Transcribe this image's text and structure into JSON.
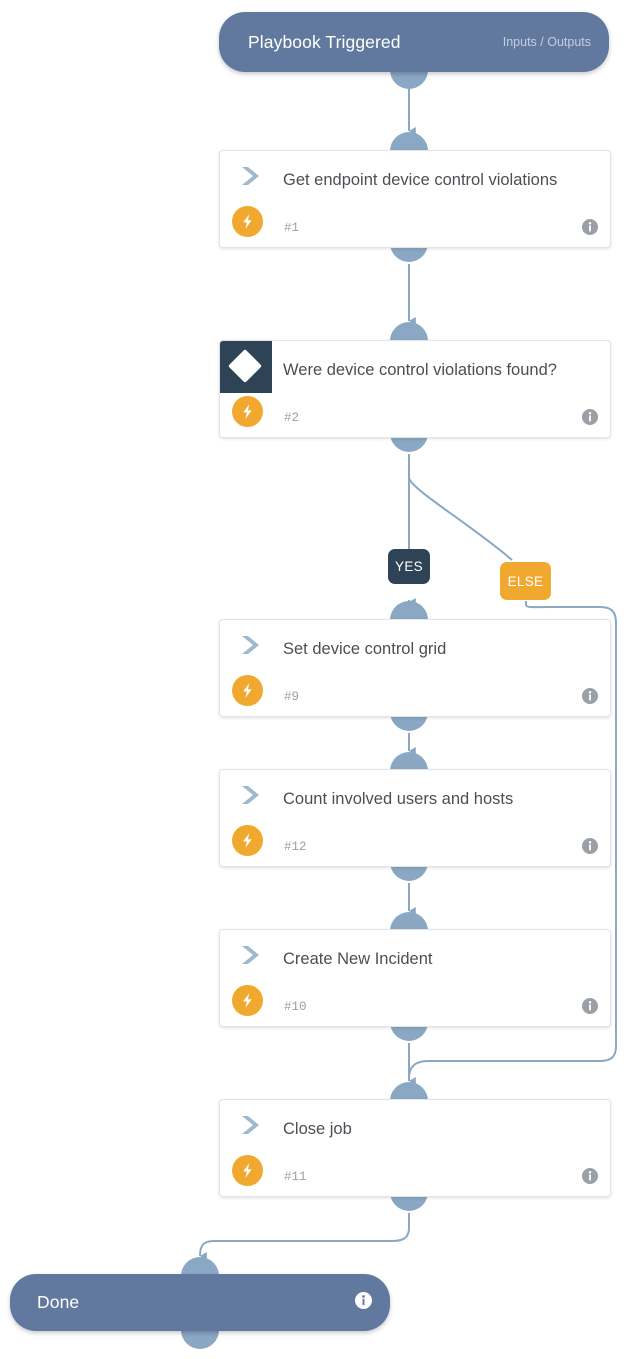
{
  "diagram": {
    "type": "playbook-workflow",
    "title": "Playbook Triggered",
    "colors": {
      "terminal": "#62799f",
      "port": "#8aa8c4",
      "edge": "#8aa8c4",
      "decision_icon": "#2f4356",
      "bolt_badge": "#f0a92e",
      "yes_badge": "#2f4356",
      "else_badge": "#f0a92e",
      "card_bg": "#ffffff",
      "card_text": "#4b4f54"
    }
  },
  "start_node": {
    "label": "Playbook Triggered",
    "meta": "Inputs / Outputs",
    "kind": "terminal-start"
  },
  "end_node": {
    "label": "Done",
    "kind": "terminal-end",
    "info": "info-icon"
  },
  "branch_labels": {
    "yes": "YES",
    "else": "ELSE"
  },
  "nodes": [
    {
      "id": "n1",
      "title": "Get endpoint device control violations",
      "number": "#1",
      "kind": "action",
      "icon": "chevron-right-icon",
      "badge": "lightning-bolt-icon",
      "info": "info-icon"
    },
    {
      "id": "n2",
      "title": "Were device control violations found?",
      "number": "#2",
      "kind": "decision",
      "icon": "diamond-icon",
      "badge": "lightning-bolt-icon",
      "info": "info-icon"
    },
    {
      "id": "n9",
      "title": "Set device control grid",
      "number": "#9",
      "kind": "action",
      "icon": "chevron-right-icon",
      "badge": "lightning-bolt-icon",
      "info": "info-icon"
    },
    {
      "id": "n12",
      "title": "Count involved users and hosts",
      "number": "#12",
      "kind": "action",
      "icon": "chevron-right-icon",
      "badge": "lightning-bolt-icon",
      "info": "info-icon"
    },
    {
      "id": "n10",
      "title": "Create New Incident",
      "number": "#10",
      "kind": "action",
      "icon": "chevron-right-icon",
      "badge": "lightning-bolt-icon",
      "info": "info-icon"
    },
    {
      "id": "n11",
      "title": "Close job",
      "number": "#11",
      "kind": "action",
      "icon": "chevron-right-icon",
      "badge": "lightning-bolt-icon",
      "info": "info-icon"
    }
  ]
}
